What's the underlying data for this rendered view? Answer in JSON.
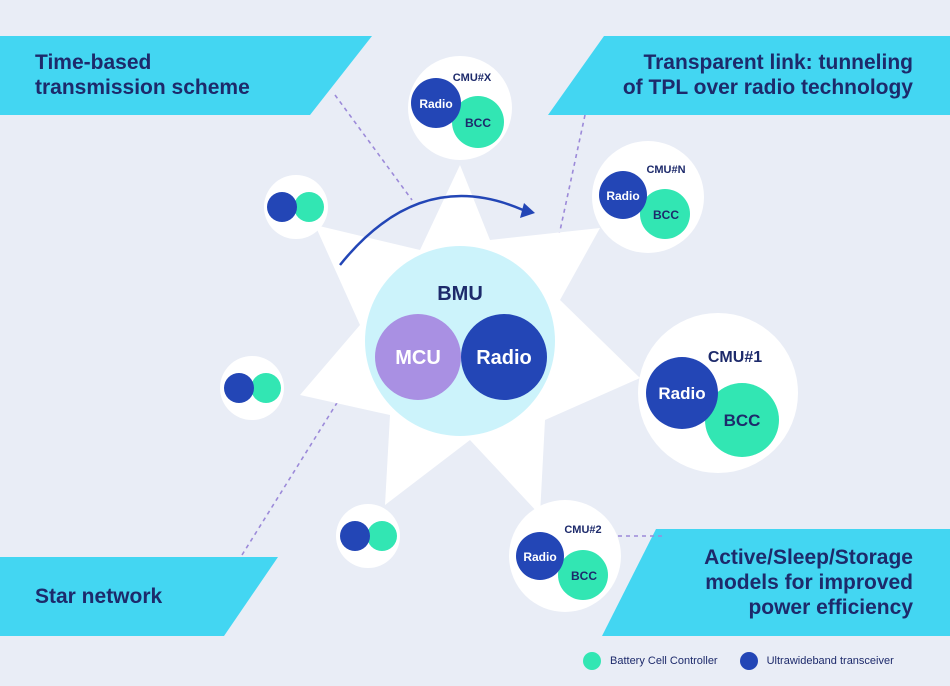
{
  "colors": {
    "background": "#e9edf6",
    "banner": "#43d6f2",
    "dark_text": "#1d2a6b",
    "radio": "#2346b6",
    "bcc": "#32e6b3",
    "mcu": "#a990e3",
    "bmu_halo": "#ccf3fb",
    "node_fill": "#ffffff",
    "arrow": "#2346b6",
    "dotted_line": "#9c8ad9"
  },
  "banners": {
    "time_based": [
      "Time-based",
      "transmission scheme"
    ],
    "transparent_link": [
      "Transparent link: tunneling",
      "of TPL over radio technology"
    ],
    "star_network": [
      "Star network"
    ],
    "power_modes": [
      "Active/Sleep/Storage",
      "models for improved",
      "power efficiency"
    ]
  },
  "bmu": {
    "title": "BMU",
    "mcu_label": "MCU",
    "radio_label": "Radio"
  },
  "nodes": [
    {
      "id": "cmu-x",
      "title": "CMU#X",
      "radio_label": "Radio",
      "bcc_label": "BCC"
    },
    {
      "id": "cmu-n",
      "title": "CMU#N",
      "radio_label": "Radio",
      "bcc_label": "BCC"
    },
    {
      "id": "cmu-1",
      "title": "CMU#1",
      "radio_label": "Radio",
      "bcc_label": "BCC"
    },
    {
      "id": "cmu-2",
      "title": "CMU#2",
      "radio_label": "Radio",
      "bcc_label": "BCC"
    },
    {
      "id": "unlabeled-a"
    },
    {
      "id": "unlabeled-b"
    },
    {
      "id": "unlabeled-c"
    }
  ],
  "legend": {
    "bcc": {
      "label": "Battery Cell Controller",
      "color": "#32e6b3"
    },
    "uwb": {
      "label": "Ultrawideband transceiver",
      "color": "#2346b6"
    }
  }
}
